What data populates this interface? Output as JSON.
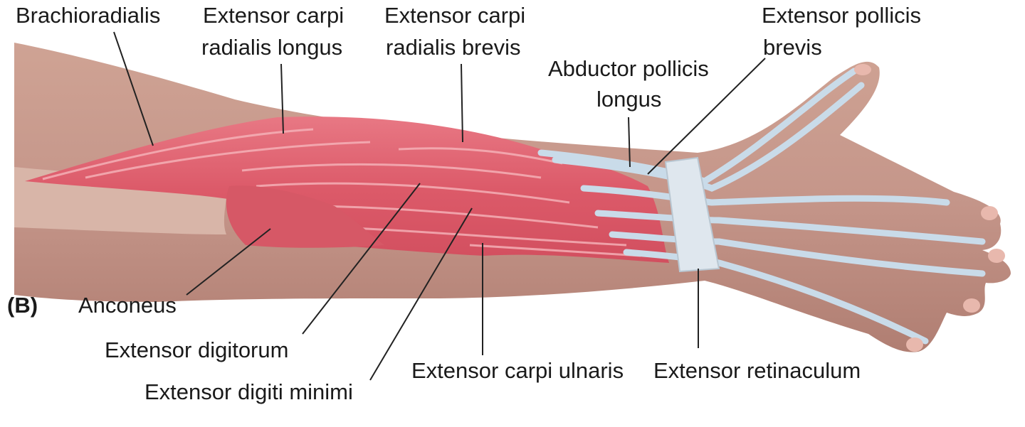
{
  "figure": {
    "panel_label": "(B)",
    "colors": {
      "skin": "#c99a8c",
      "skin_dark": "#a87568",
      "muscle": "#e0616f",
      "muscle_light": "#f19aa3",
      "tendon": "#c9dbe9",
      "retinaculum": "#dfe7ee",
      "leader": "#222222"
    },
    "labels": {
      "brachioradialis": "Brachioradialis",
      "ecrl_1": "Extensor carpi",
      "ecrl_2": "radialis longus",
      "ecrb_1": "Extensor carpi",
      "ecrb_2": "radialis brevis",
      "apl_1": "Abductor pollicis",
      "apl_2": "longus",
      "epb_1": "Extensor pollicis",
      "epb_2": "brevis",
      "anconeus": "Anconeus",
      "ed": "Extensor digitorum",
      "edm": "Extensor digiti minimi",
      "ecu": "Extensor carpi ulnaris",
      "er": "Extensor retinaculum"
    }
  }
}
